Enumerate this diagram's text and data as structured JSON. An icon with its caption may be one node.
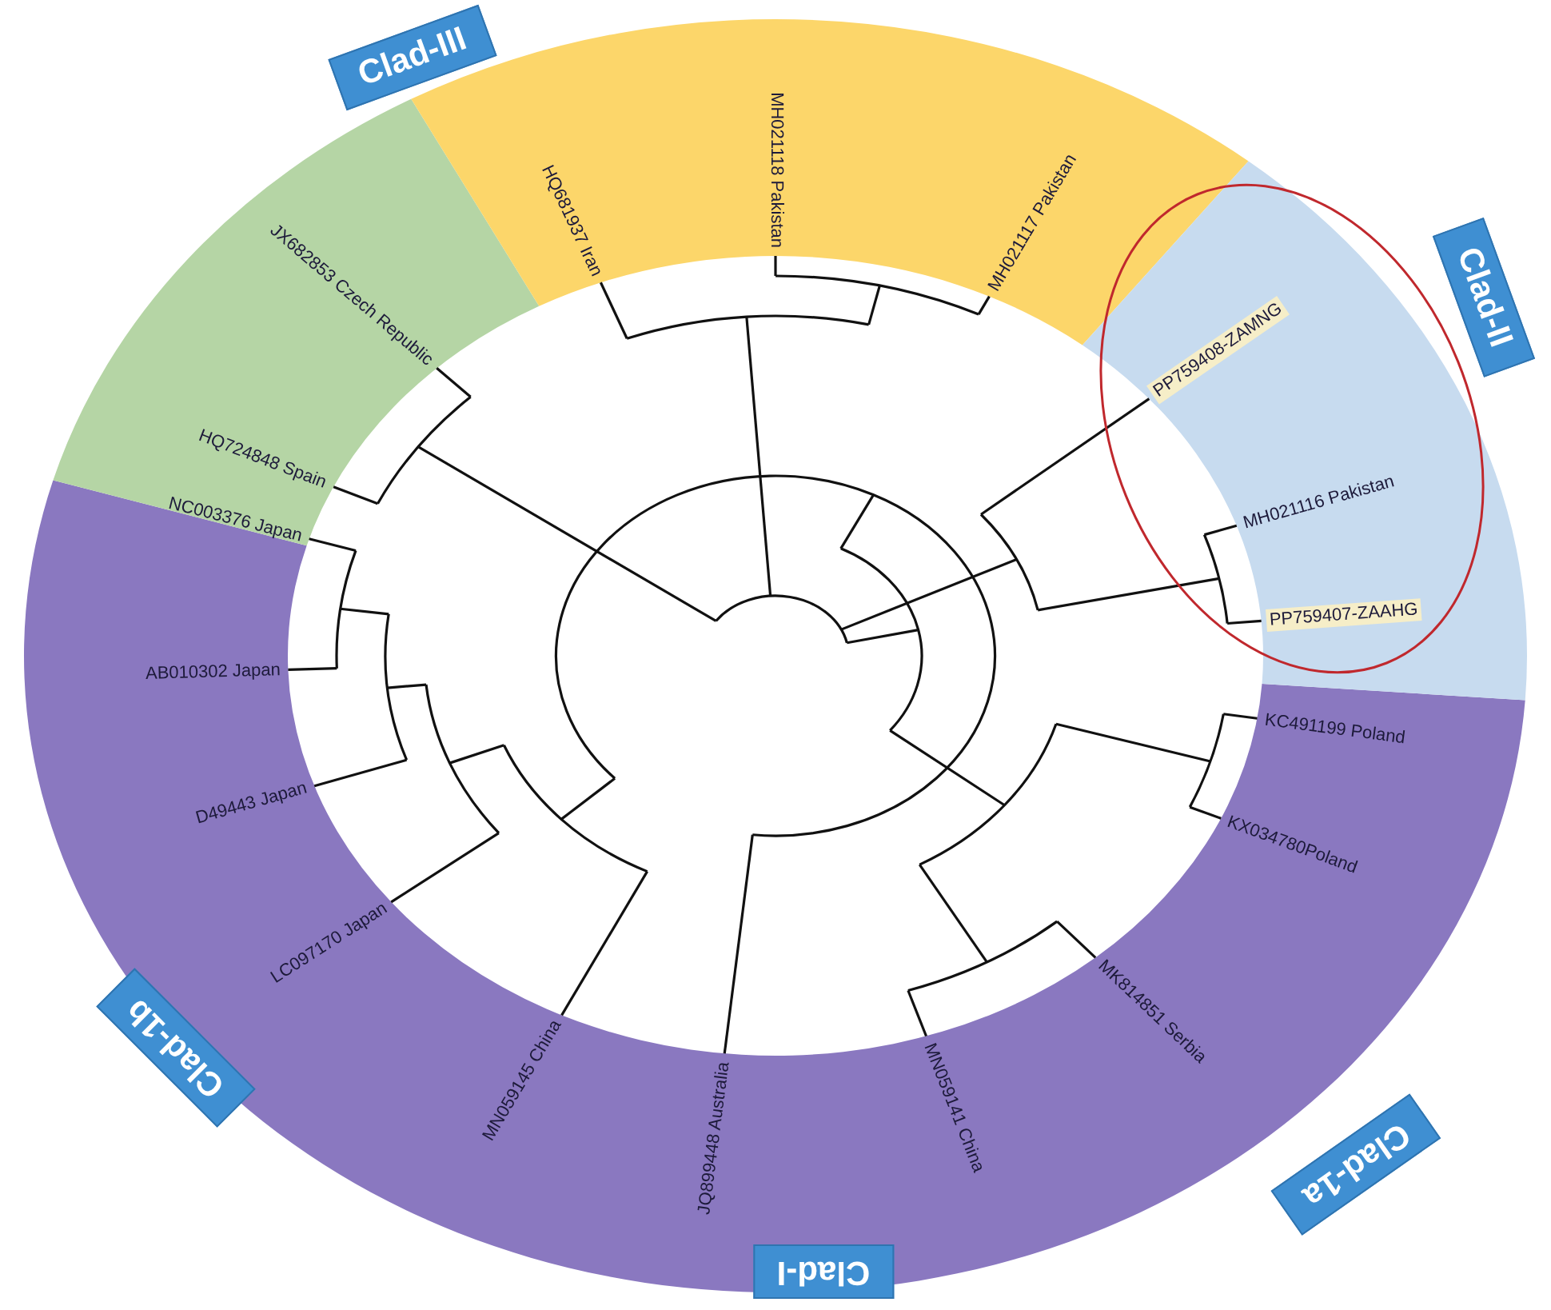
{
  "diagram": {
    "labels": [
      "Clad-III",
      "HQ724848 Spain",
      "JX682853 Czech Republic",
      "HQ681937 Iran",
      "MH021118 Pakistan",
      "MH021117 Pakistan",
      "Clad-II",
      "PP759408-ZAMNG",
      "MH021116 Pakistan",
      "PP759407-ZAAHG",
      "KC491199 Poland",
      "KX034780Poland",
      "Clad-1a",
      "MK814851 Serbia",
      "MN059141 China",
      "Clad-I",
      "JQ899448 Australia",
      "MN059145 China",
      "LC097170 Japan",
      "Clad-1b",
      "D49443 Japan",
      "AB010302 Japan",
      "NC003376 Japan"
    ]
  }
}
